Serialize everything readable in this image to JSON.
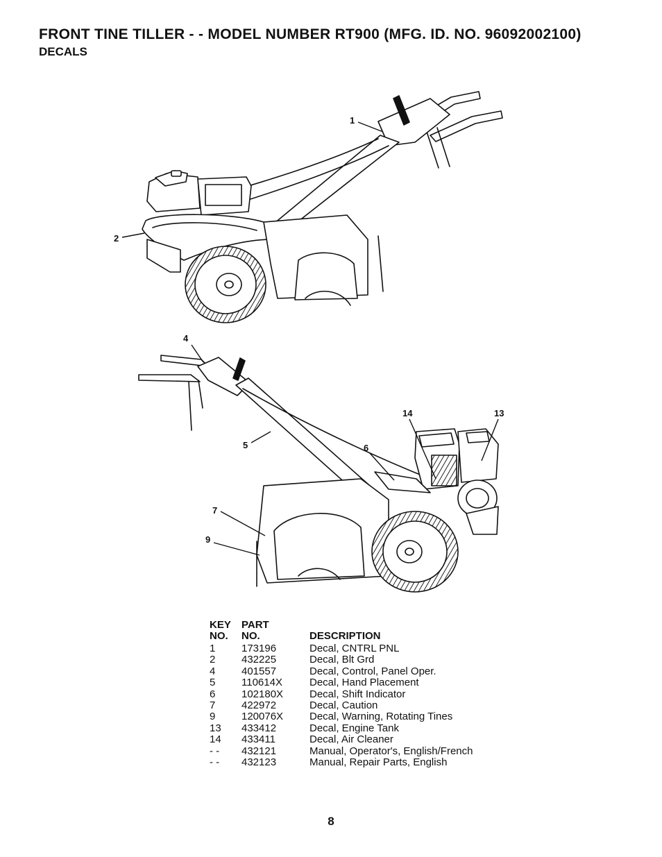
{
  "header": {
    "title": "FRONT TINE TILLER - - MODEL NUMBER RT900 (MFG. ID. NO. 96092002100)",
    "subtitle": "DECALS"
  },
  "callouts": {
    "top": {
      "c1": "1",
      "c2": "2"
    },
    "bottom": {
      "c4": "4",
      "c5": "5",
      "c6": "6",
      "c7": "7",
      "c9": "9",
      "c13": "13",
      "c14": "14"
    }
  },
  "parts_table": {
    "headers": {
      "key_line1": "KEY",
      "key_line2": "NO.",
      "part_line1": "PART",
      "part_line2": "NO.",
      "description": "DESCRIPTION"
    },
    "rows": [
      {
        "key": "1",
        "part": "173196",
        "description": "Decal, CNTRL PNL"
      },
      {
        "key": "2",
        "part": "432225",
        "description": "Decal, Blt Grd"
      },
      {
        "key": "4",
        "part": "401557",
        "description": "Decal, Control, Panel Oper."
      },
      {
        "key": "5",
        "part": "110614X",
        "description": "Decal, Hand Placement"
      },
      {
        "key": "6",
        "part": "102180X",
        "description": "Decal, Shift Indicator"
      },
      {
        "key": "7",
        "part": "422972",
        "description": "Decal, Caution"
      },
      {
        "key": "9",
        "part": "120076X",
        "description": "Decal, Warning, Rotating Tines"
      },
      {
        "key": "13",
        "part": "433412",
        "description": "Decal, Engine Tank"
      },
      {
        "key": "14",
        "part": "433411",
        "description": "Decal, Air Cleaner"
      },
      {
        "key": "- -",
        "part": "432121",
        "description": "Manual, Operator's, English/French"
      },
      {
        "key": "- -",
        "part": "432123",
        "description": "Manual, Repair Parts, English"
      }
    ]
  },
  "footer": {
    "page_number": "8"
  }
}
